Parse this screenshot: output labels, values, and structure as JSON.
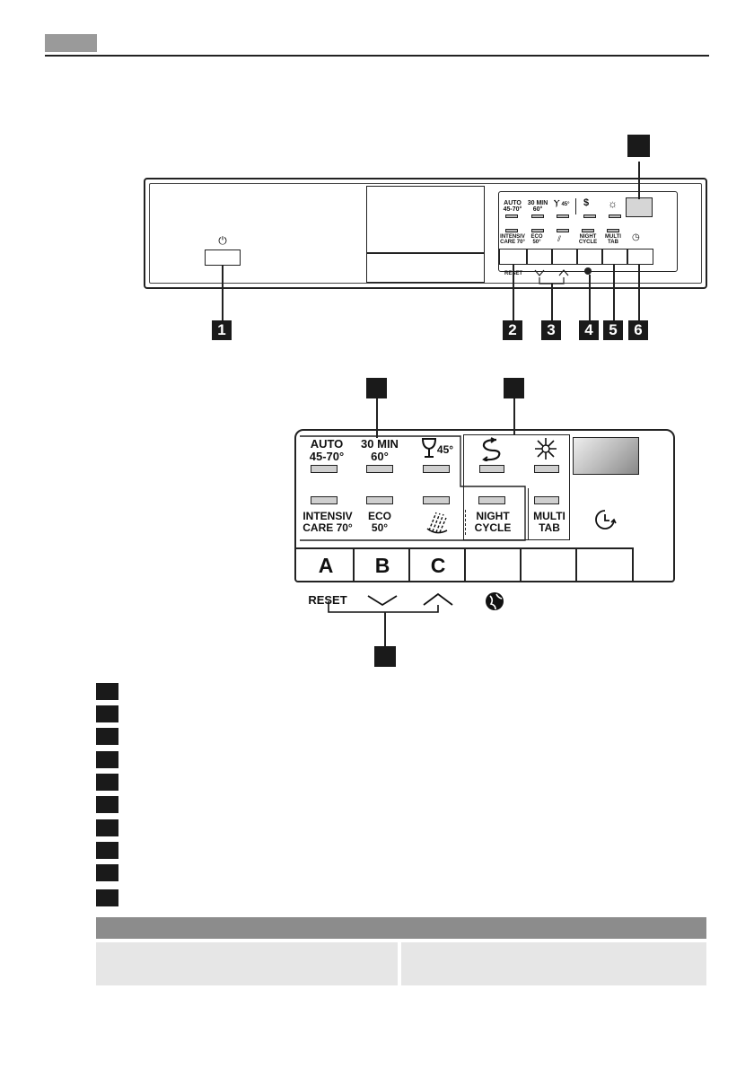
{
  "header": {
    "tab_color": "#9a9a9a"
  },
  "figure1": {
    "callouts": [
      "1",
      "2",
      "3",
      "4",
      "5",
      "6"
    ],
    "power_symbol": "⏻",
    "labels": {
      "auto": "AUTO\n45-70°",
      "min30": "30 MIN\n60°",
      "glass45": "45°",
      "intensiv": "INTENSIV\nCARE 70°",
      "eco": "ECO\n50°",
      "night": "NIGHT\nCYCLE",
      "multi": "MULTI\nTAB",
      "reset": "RESET"
    }
  },
  "figure2": {
    "labels": {
      "auto": "AUTO\n45-70°",
      "min30": "30 MIN\n60°",
      "glass45": "45°",
      "intensiv": "INTENSIV\nCARE 70°",
      "eco": "ECO\n50°",
      "night": "NIGHT\nCYCLE",
      "multi": "MULTI\nTAB",
      "reset": "RESET"
    },
    "buttons": [
      "A",
      "B",
      "C"
    ]
  },
  "legend": {
    "count": 10
  },
  "table": {
    "header_color": "#8c8c8c",
    "cell_color": "#e6e6e6"
  }
}
